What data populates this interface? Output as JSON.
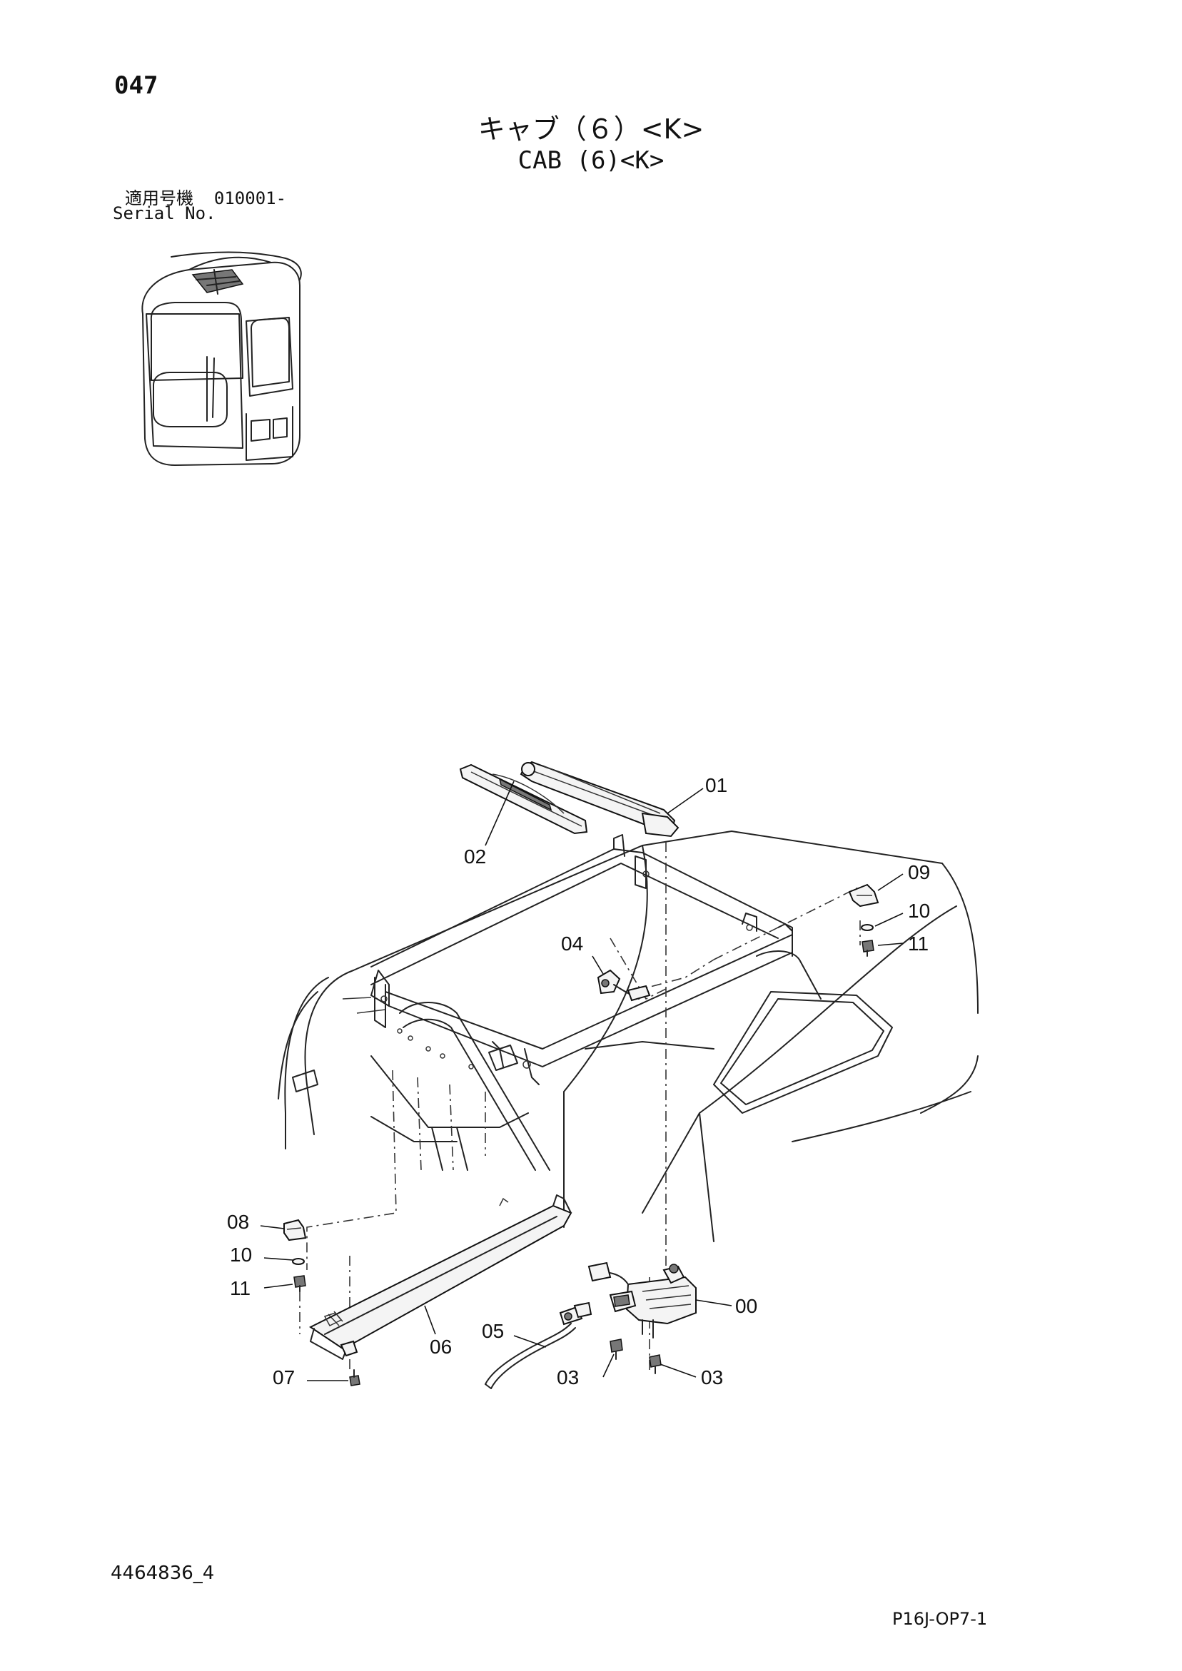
{
  "header": {
    "page_number": "047",
    "title_jp": "キャブ（６）<K>",
    "title_en": "CAB (6)<K>",
    "serial_label_jp": "適用号機",
    "serial_value": "010001-",
    "serial_label_en": "Serial No."
  },
  "diagram": {
    "callouts": [
      {
        "id": "c01",
        "label": "01"
      },
      {
        "id": "c02",
        "label": "02"
      },
      {
        "id": "c09",
        "label": "09"
      },
      {
        "id": "c10a",
        "label": "10"
      },
      {
        "id": "c11a",
        "label": "11"
      },
      {
        "id": "c04",
        "label": "04"
      },
      {
        "id": "c08",
        "label": "08"
      },
      {
        "id": "c10b",
        "label": "10"
      },
      {
        "id": "c11b",
        "label": "11"
      },
      {
        "id": "c00",
        "label": "00"
      },
      {
        "id": "c05",
        "label": "05"
      },
      {
        "id": "c06",
        "label": "06"
      },
      {
        "id": "c03a",
        "label": "03"
      },
      {
        "id": "c03b",
        "label": "03"
      },
      {
        "id": "c07",
        "label": "07"
      }
    ]
  },
  "footer": {
    "doc_id": "4464836_4",
    "page_code": "P16J-OP7-1"
  }
}
